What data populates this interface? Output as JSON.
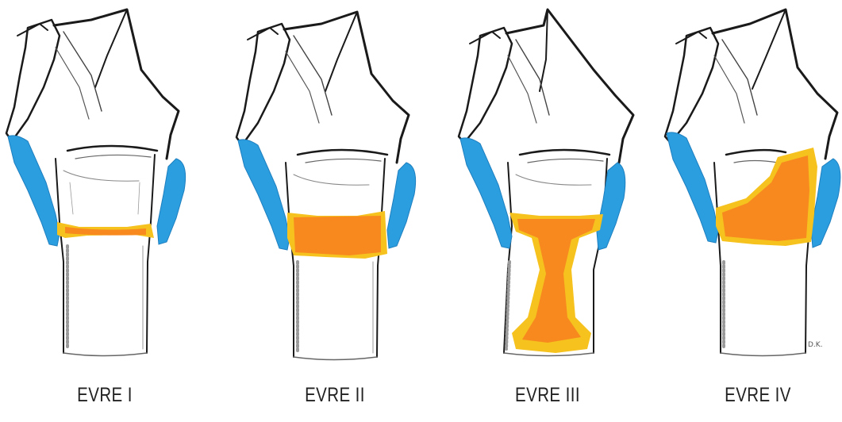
{
  "figure": {
    "panels": [
      {
        "label": "EVRE I",
        "grade": 1
      },
      {
        "label": "EVRE II",
        "grade": 2
      },
      {
        "label": "EVRE III",
        "grade": 3
      },
      {
        "label": "EVRE IV",
        "grade": 4
      }
    ],
    "signature": "D.K.",
    "colors": {
      "cartilage": "#2b9ee0",
      "lesion_fill": "#f7891f",
      "lesion_edge": "#f6c21e",
      "outline": "#1a1a1a",
      "shading": "#9a9a9a"
    }
  }
}
